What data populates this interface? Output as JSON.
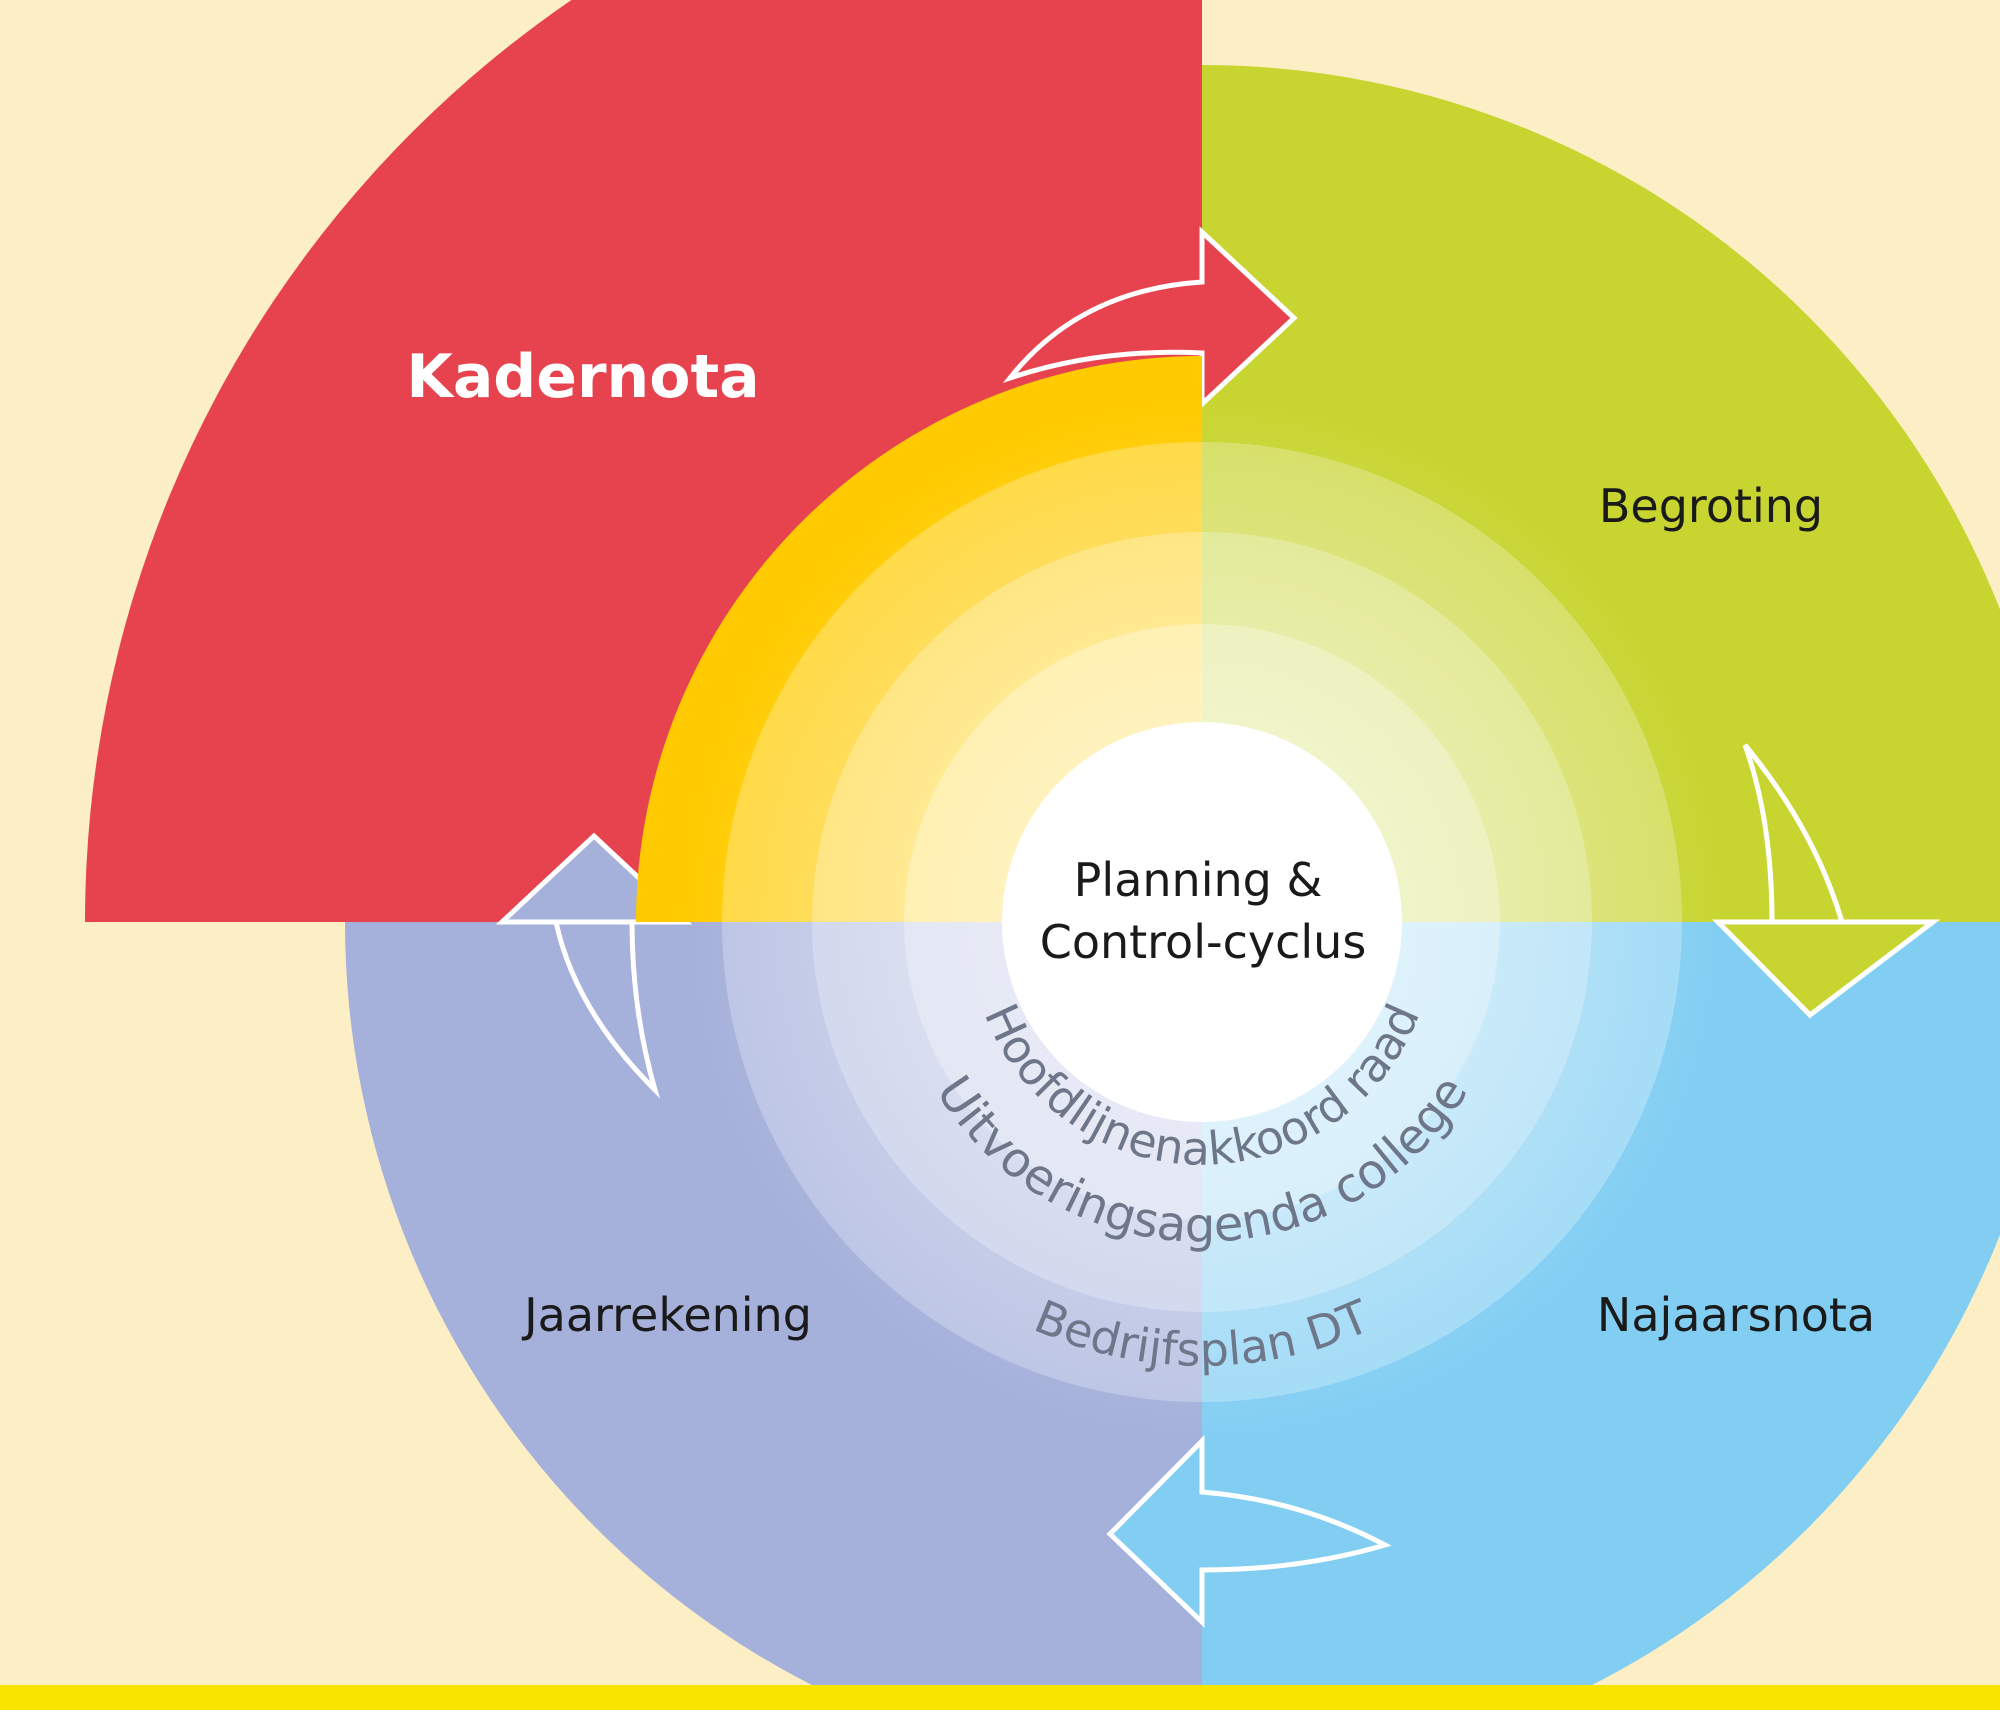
{
  "center": {
    "title_line1": "Planning &",
    "title_line2": "Control-cyclus"
  },
  "phases": {
    "kadernota": "Kadernota",
    "begroting": "Begroting",
    "najaarsnota": "Najaarsnota",
    "jaarrekening": "Jaarrekening"
  },
  "rings": {
    "inner": "Hoofdlijnenakkoord raad",
    "middle": "Uitvoeringsagenda college",
    "outer": "Bedrijfsplan DT"
  },
  "colors": {
    "background": "#FCEFC6",
    "kadernota": "#E7434F",
    "begroting": "#C8D531",
    "najaarsnota": "#82CEF3",
    "jaarrekening": "#A5B0DB",
    "inner_ring": "#FFCB00",
    "footer_bar": "#F7E500"
  }
}
